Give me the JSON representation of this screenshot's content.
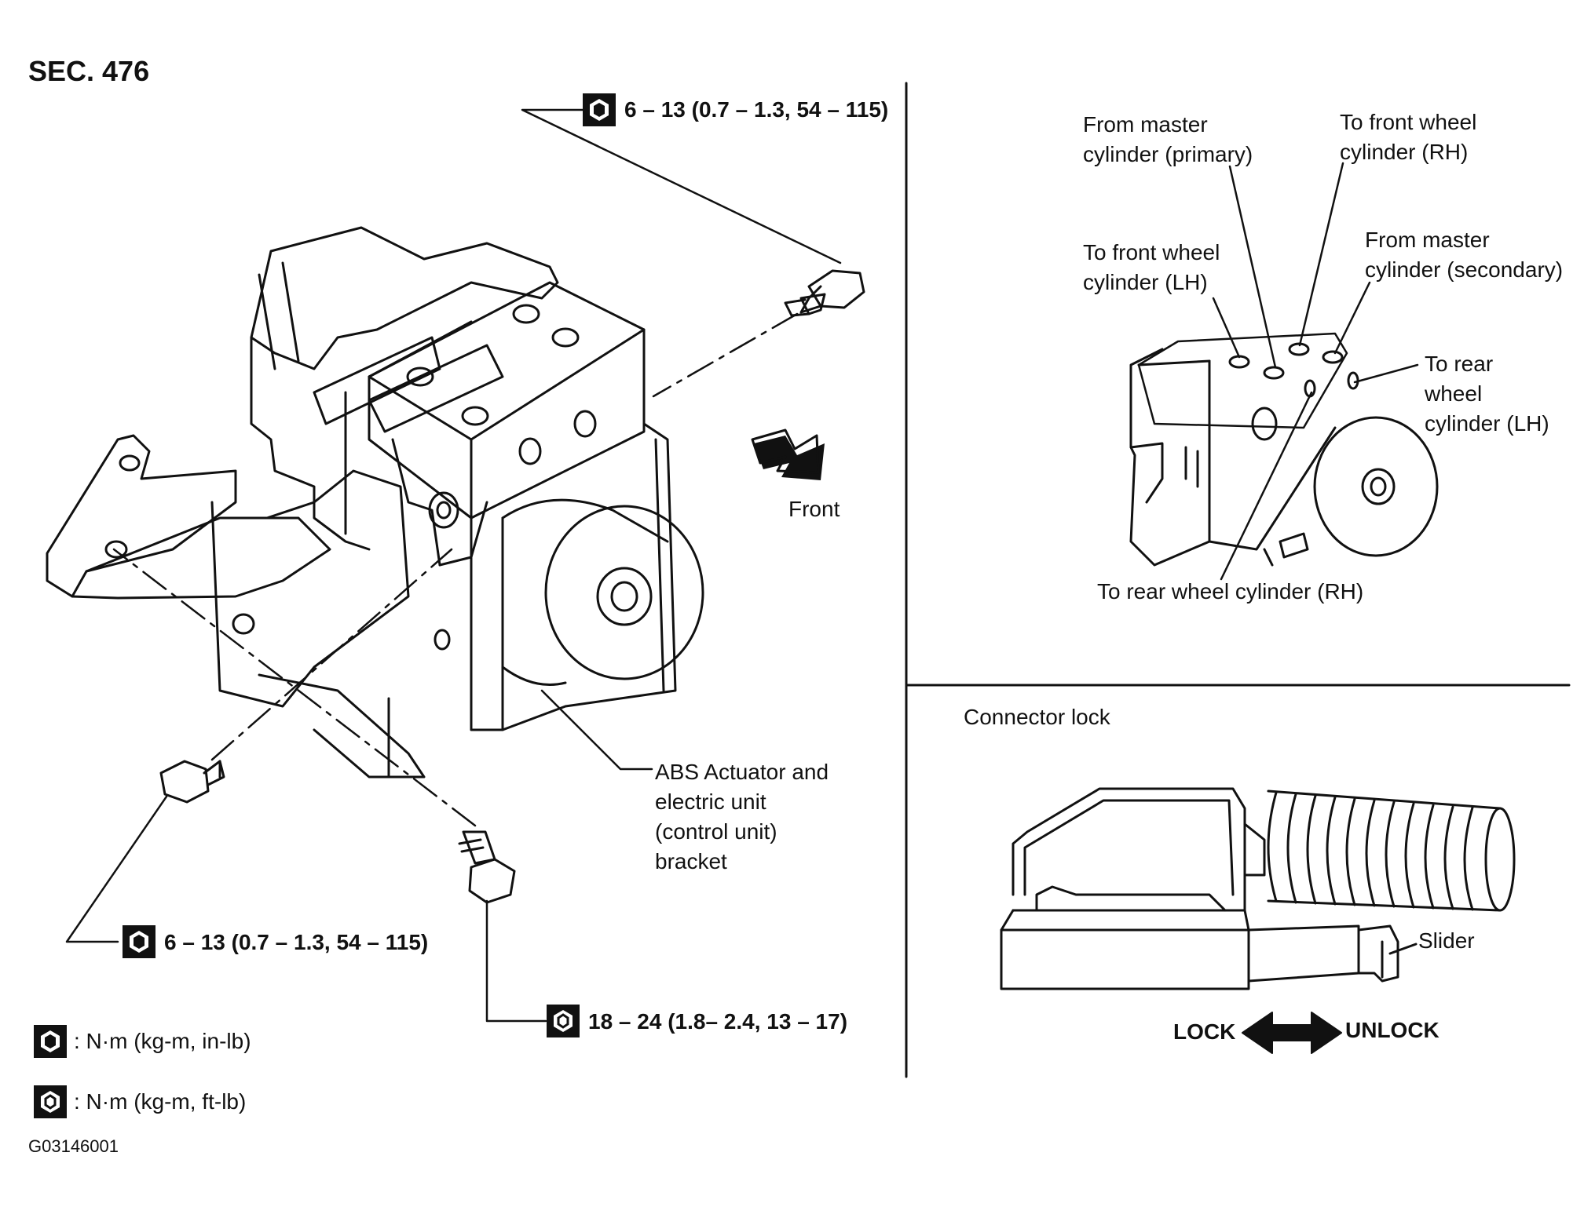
{
  "section": "SEC. 476",
  "figure_code": "G03146001",
  "torques": {
    "top": "6 – 13 (0.7 – 1.3, 54 – 115)",
    "left": "6 – 13 (0.7 – 1.3, 54 – 115)",
    "bottom": "18 – 24 (1.8– 2.4, 13 – 17)"
  },
  "front_label": "Front",
  "actuator_label": [
    "ABS Actuator and",
    "electric unit",
    "(control unit)",
    "bracket"
  ],
  "ports": {
    "from_master_primary": [
      "From master",
      "cylinder (primary)"
    ],
    "to_front_rh": [
      "To front wheel",
      "cylinder (RH)"
    ],
    "to_front_lh": [
      "To front wheel",
      "cylinder (LH)"
    ],
    "from_master_secondary": [
      "From master",
      "cylinder (secondary)"
    ],
    "to_rear_lh": [
      "To rear",
      "wheel",
      "cylinder (LH)"
    ],
    "to_rear_rh": "To rear wheel cylinder (RH)"
  },
  "connector": {
    "title": "Connector lock",
    "slider": "Slider",
    "lock": "LOCK",
    "unlock": "UNLOCK"
  },
  "legend": {
    "filled": ": N·m (kg-m, in-lb)",
    "open": ": N·m (kg-m, ft-lb)"
  }
}
